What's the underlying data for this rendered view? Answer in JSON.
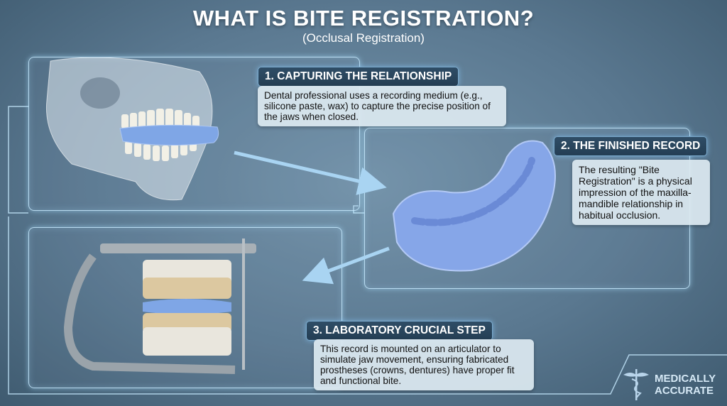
{
  "header": {
    "title": "WHAT IS BITE REGISTRATION?",
    "subtitle": "(Occlusal Registration)"
  },
  "steps": [
    {
      "label": "1. CAPTURING THE RELATIONSHIP",
      "text": "Dental professional uses a recording medium (e.g., silicone paste, wax) to capture the precise position of the jaws when closed."
    },
    {
      "label": "2. THE FINISHED RECORD",
      "text": "The resulting \"Bite Registration\" is a physical impression of the maxilla-mandible relationship in habitual occlusion."
    },
    {
      "label": "3. LABORATORY CRUCIAL STEP",
      "text": "This record is mounted on an articulator to simulate jaw movement, ensuring fabricated prostheses (crowns, dentures) have proper fit and functional bite."
    }
  ],
  "logo": {
    "line1": "MEDICALLY",
    "line2": "ACCURATE",
    "icon": "caduceus-icon"
  },
  "colors": {
    "accent": "#7fa6e6",
    "label_bg": "#2a455c",
    "frame": "#c8ebff"
  }
}
